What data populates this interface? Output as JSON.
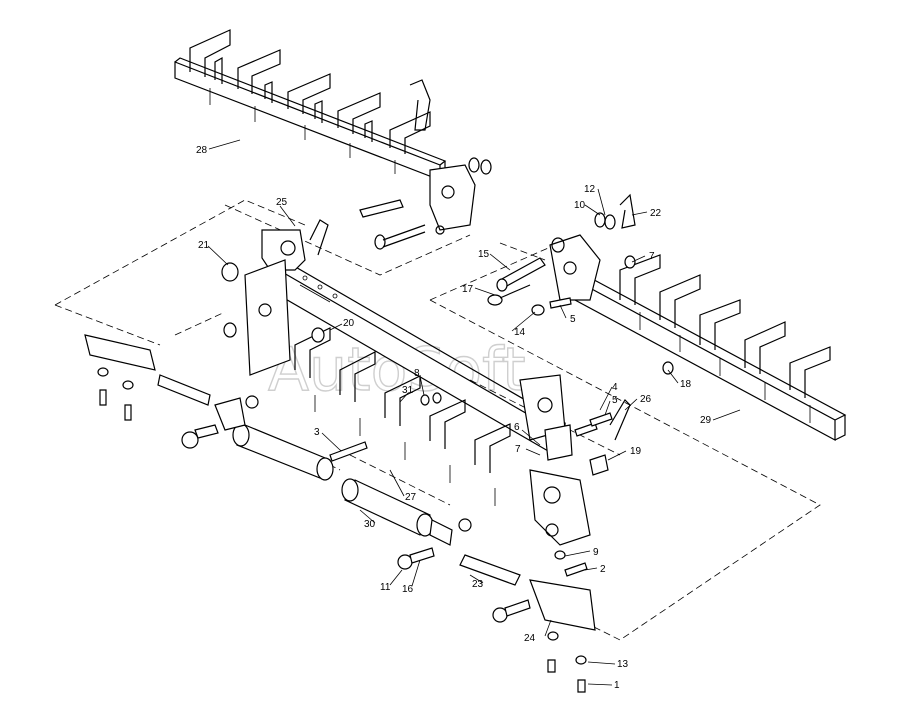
{
  "watermark": "AutoSoft",
  "callouts": [
    {
      "id": "c28",
      "label": "28"
    },
    {
      "id": "c25",
      "label": "25"
    },
    {
      "id": "c21",
      "label": "21"
    },
    {
      "id": "c20",
      "label": "20"
    },
    {
      "id": "c31",
      "label": "31"
    },
    {
      "id": "c8",
      "label": "8"
    },
    {
      "id": "c3",
      "label": "3"
    },
    {
      "id": "c27",
      "label": "27"
    },
    {
      "id": "c30",
      "label": "30"
    },
    {
      "id": "c11",
      "label": "11"
    },
    {
      "id": "c16",
      "label": "16"
    },
    {
      "id": "c23",
      "label": "23"
    },
    {
      "id": "c24",
      "label": "24"
    },
    {
      "id": "c13",
      "label": "13"
    },
    {
      "id": "c1",
      "label": "1"
    },
    {
      "id": "c2",
      "label": "2"
    },
    {
      "id": "c9",
      "label": "9"
    },
    {
      "id": "c6",
      "label": "6"
    },
    {
      "id": "c7a",
      "label": "7"
    },
    {
      "id": "c19",
      "label": "19"
    },
    {
      "id": "c26",
      "label": "26"
    },
    {
      "id": "c4",
      "label": "4"
    },
    {
      "id": "c5a",
      "label": "5"
    },
    {
      "id": "c14",
      "label": "14"
    },
    {
      "id": "c5b",
      "label": "5"
    },
    {
      "id": "c17",
      "label": "17"
    },
    {
      "id": "c15",
      "label": "15"
    },
    {
      "id": "c12",
      "label": "12"
    },
    {
      "id": "c10",
      "label": "10"
    },
    {
      "id": "c22",
      "label": "22"
    },
    {
      "id": "c7b",
      "label": "7"
    },
    {
      "id": "c18",
      "label": "18"
    },
    {
      "id": "c29",
      "label": "29"
    }
  ]
}
